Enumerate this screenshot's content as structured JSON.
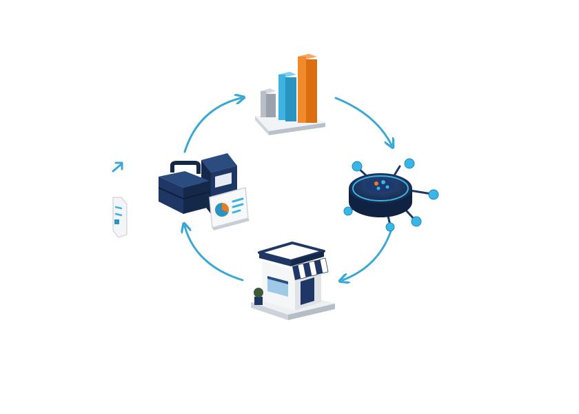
{
  "diagram": {
    "type": "cycle",
    "direction": "clockwise",
    "colors": {
      "arrow": "#3aa8d4",
      "navy": "#1f3764",
      "navy_dark": "#142849",
      "teal": "#39a9d2",
      "orange": "#ef7a1e",
      "gray": "#a7aeb6",
      "platform": "#e6e9ee"
    },
    "nodes": [
      {
        "id": "analytics",
        "icon": "bar-chart-icon",
        "position": "top"
      },
      {
        "id": "network",
        "icon": "network-hub-icon",
        "position": "right"
      },
      {
        "id": "store",
        "icon": "storefront-icon",
        "position": "bottom"
      },
      {
        "id": "business",
        "icon": "briefcase-binder-icon",
        "position": "left"
      }
    ],
    "edges": [
      {
        "from": "analytics",
        "to": "network"
      },
      {
        "from": "network",
        "to": "store"
      },
      {
        "from": "store",
        "to": "business"
      },
      {
        "from": "business",
        "to": "analytics"
      }
    ],
    "partial_element": {
      "icon": "document-icon",
      "note_arrow": true
    }
  }
}
